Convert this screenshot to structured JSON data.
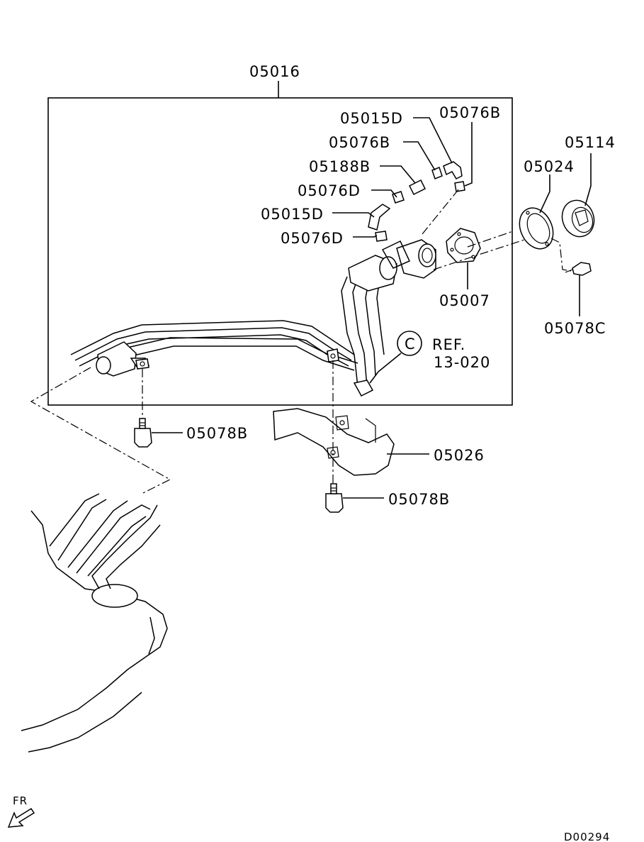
{
  "diagram": {
    "assembly_label": "05016",
    "labels": {
      "p05015D_top": "05015D",
      "p05076B_top": "05076B",
      "p05076B_mid": "05076B",
      "p05188B": "05188B",
      "p05076D_mid": "05076D",
      "p05015D_low": "05015D",
      "p05076D_low": "05076D",
      "p05007": "05007",
      "p05024": "05024",
      "p05114": "05114",
      "p05078C": "05078C",
      "p05078B_left": "05078B",
      "p05026": "05026",
      "p05078B_right": "05078B"
    },
    "reference": {
      "circle_letter": "C",
      "line1": "REF.",
      "line2": "13-020"
    },
    "direction": "FR",
    "diagram_code": "D00294"
  }
}
